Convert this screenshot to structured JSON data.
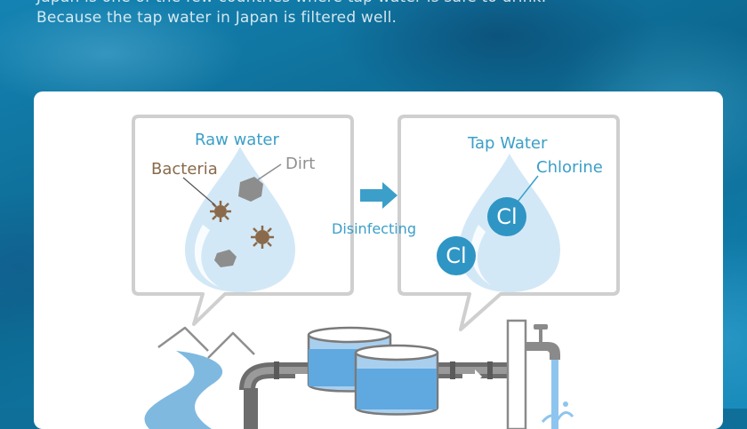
{
  "intro": {
    "line1": "Japan is one of the few countries where tap water is safe to drink.",
    "line2": "Because the tap water in Japan is filtered well."
  },
  "raw_bubble": {
    "title": "Raw water",
    "bacteria_label": "Bacteria",
    "dirt_label": "Dirt"
  },
  "process": {
    "label": "Disinfecting"
  },
  "tap_bubble": {
    "title": "Tap Water",
    "chlorine_label": "Chlorine",
    "cl_symbol_1": "Cl",
    "cl_symbol_2": "Cl"
  },
  "colors": {
    "accent_blue": "#3b9fc9",
    "drop_fill": "#d3e8f6",
    "chlorine_circle": "#2f95c4",
    "bacteria_brown": "#8a6a4a",
    "bubble_border": "#cfcfcf"
  },
  "icons": [
    "water-drop-icon",
    "bacteria-icon",
    "dirt-icon",
    "arrow-right-icon",
    "chlorine-icon",
    "faucet-icon",
    "water-tank-icon",
    "pipe-icon",
    "mountain-icon",
    "river-icon"
  ]
}
